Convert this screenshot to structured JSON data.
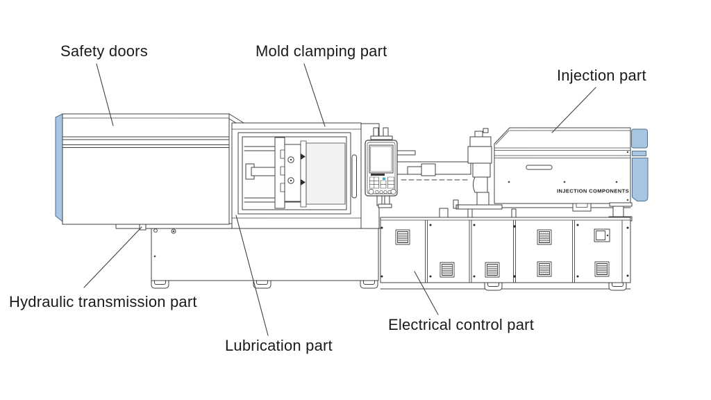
{
  "diagram": {
    "labels": {
      "safety_doors": "Safety doors",
      "mold_clamping": "Mold clamping part",
      "injection": "Injection part",
      "hydraulic": "Hydraulic transmission part",
      "lubrication": "Lubrication part",
      "electrical": "Electrical control part"
    },
    "machine_text": {
      "injection_unit_brand": "INJECTION COMPONENTS"
    },
    "colors": {
      "background": "#ffffff",
      "line": "#404040",
      "accent_blue": "#a8c6e2",
      "accent_blue_stroke": "#4e6f8e",
      "label_text": "#1a1a1a",
      "cyan_button": "#35b6cc"
    }
  }
}
